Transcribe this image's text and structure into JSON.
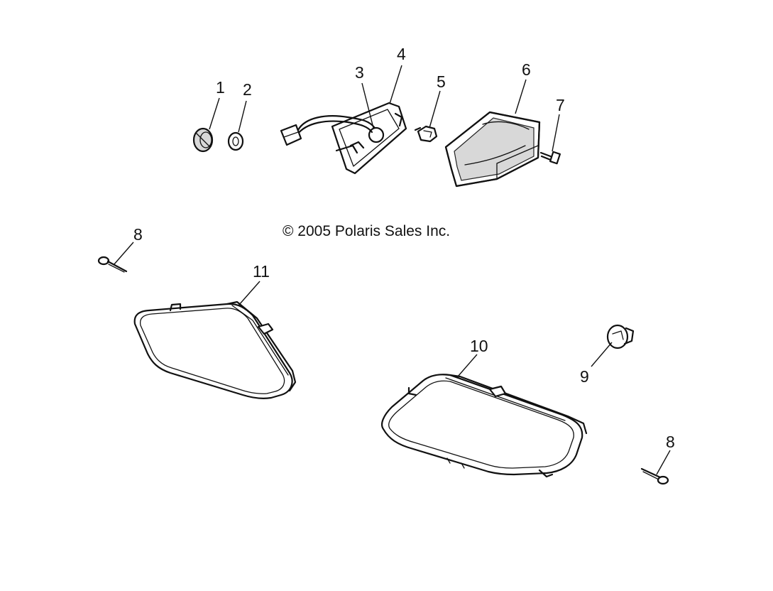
{
  "copyright": "© 2005 Polaris Sales Inc.",
  "callouts": {
    "c1": "1",
    "c2": "2",
    "c3": "3",
    "c4": "4",
    "c5": "5",
    "c6": "6",
    "c7": "7",
    "c8_left": "8",
    "c8_right": "8",
    "c9": "9",
    "c10": "10",
    "c11": "11"
  }
}
